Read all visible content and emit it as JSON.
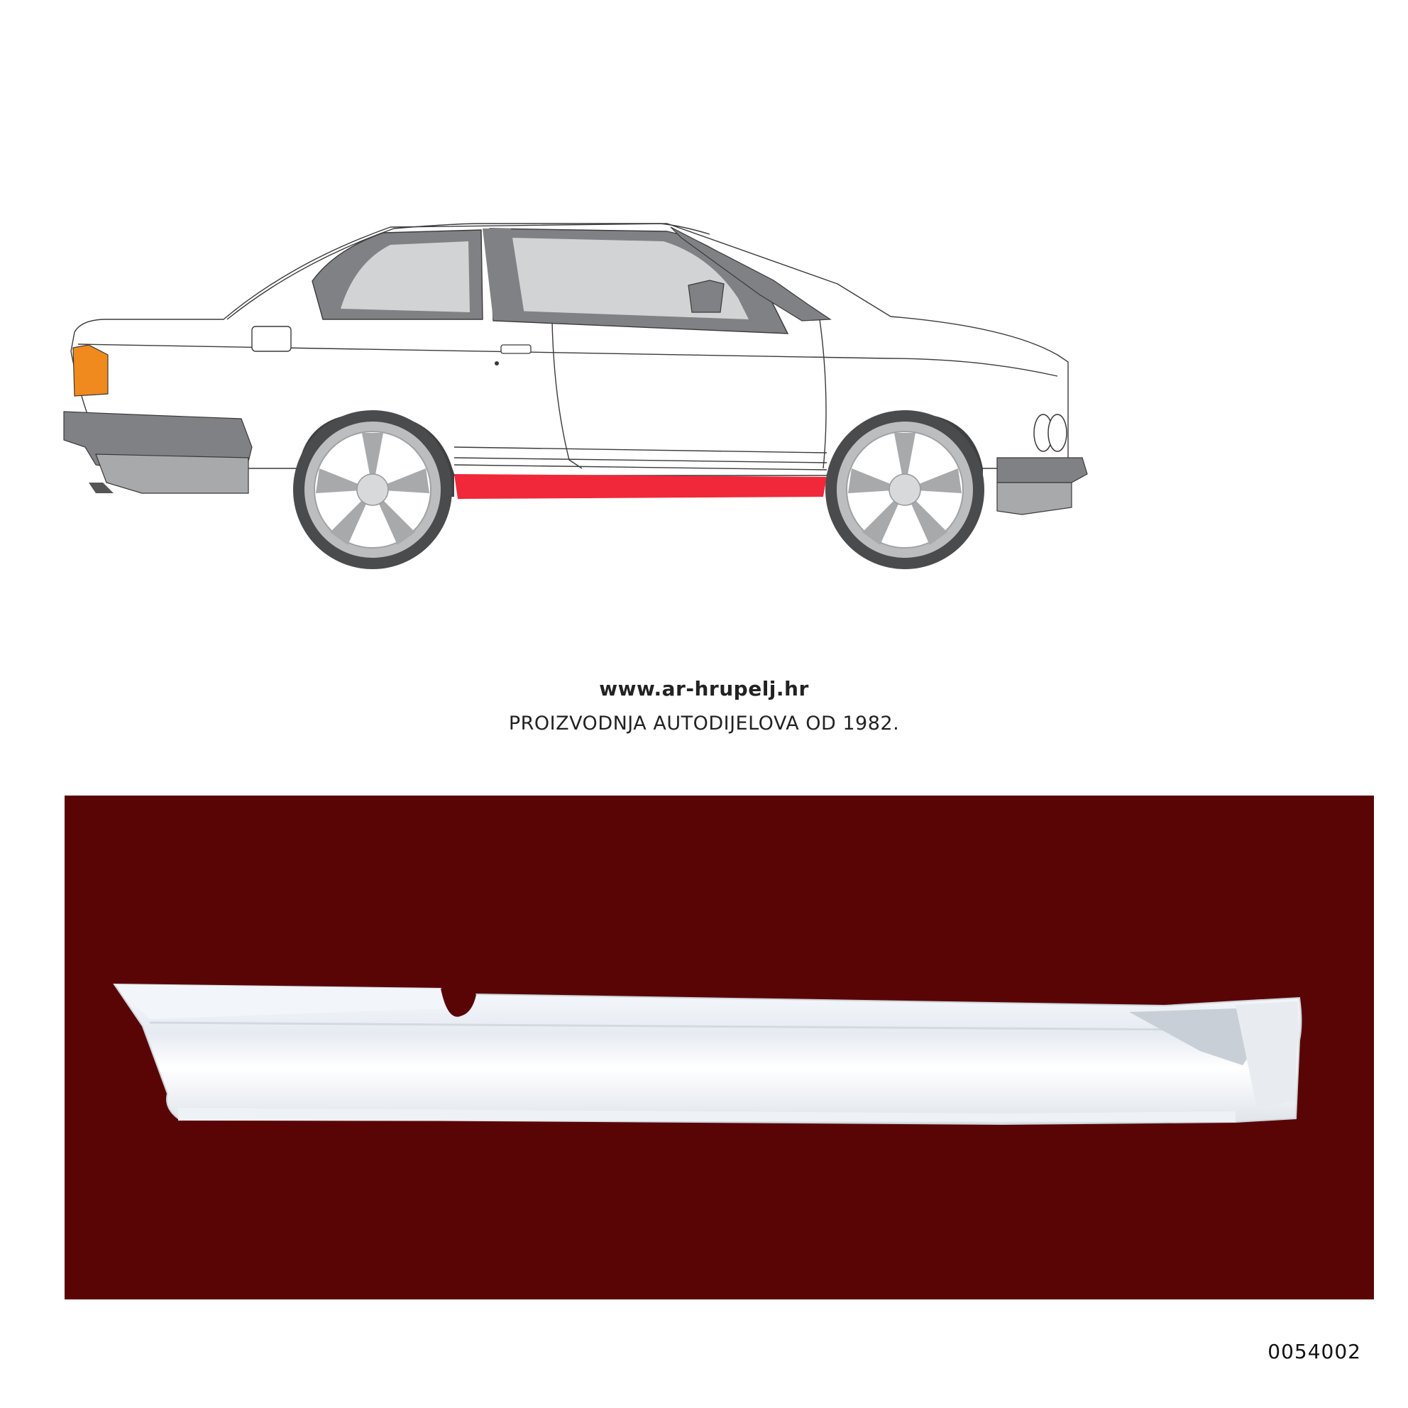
{
  "brand": {
    "website": "www.ar-hrupelj.hr",
    "tagline": "PROIZVODNJA AUTODIJELOVA OD 1982."
  },
  "product": {
    "part_number": "0054002"
  },
  "colors": {
    "highlight_part": "#f0283a",
    "product_background": "#5a0505",
    "turn_signal": "#f08a1e",
    "window_glass": "#d2d3d5",
    "trim_dark": "#808184"
  },
  "icons": {
    "car": "coupe-side-view-illustration",
    "part": "rocker-panel-sill-photo"
  }
}
